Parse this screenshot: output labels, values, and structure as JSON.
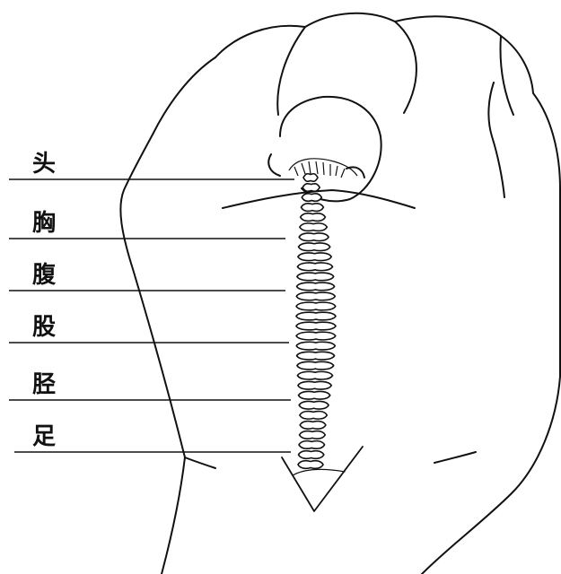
{
  "diagram": {
    "labels": [
      "头",
      "胸",
      "腹",
      "股",
      "胫",
      "足"
    ]
  }
}
